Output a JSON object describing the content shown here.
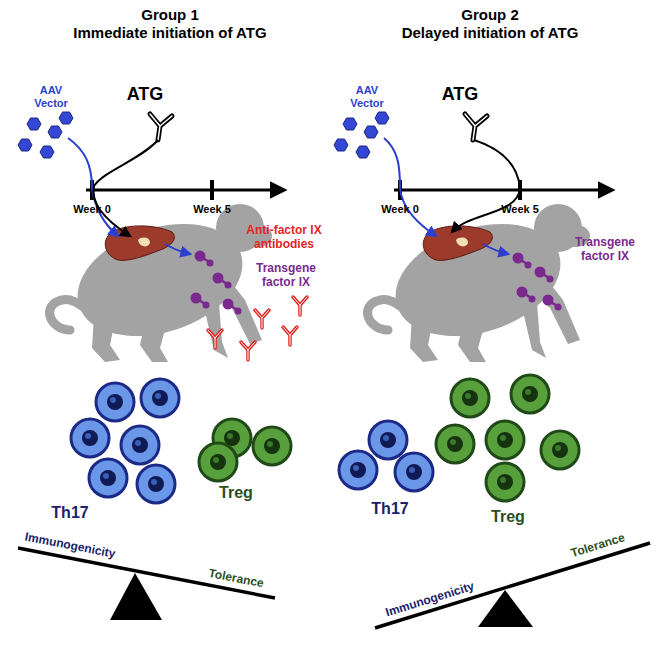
{
  "diagram": {
    "labels": [
      "Group 1",
      "Immediate initiation of ATG",
      "Group 2",
      "Delayed initiation of ATG",
      "AAV Vector",
      "ATG",
      "Week 0",
      "Week 5",
      "Anti-factor IX antibodies",
      "Transgene factor IX",
      "AAV Vector",
      "ATG",
      "Week 0",
      "Week 5",
      "Transgene factor IX",
      "Th17",
      "Treg",
      "Th17",
      "Treg",
      "Immunogenicity",
      "Tolerance",
      "Immunogenicity",
      "Tolerance"
    ]
  }
}
